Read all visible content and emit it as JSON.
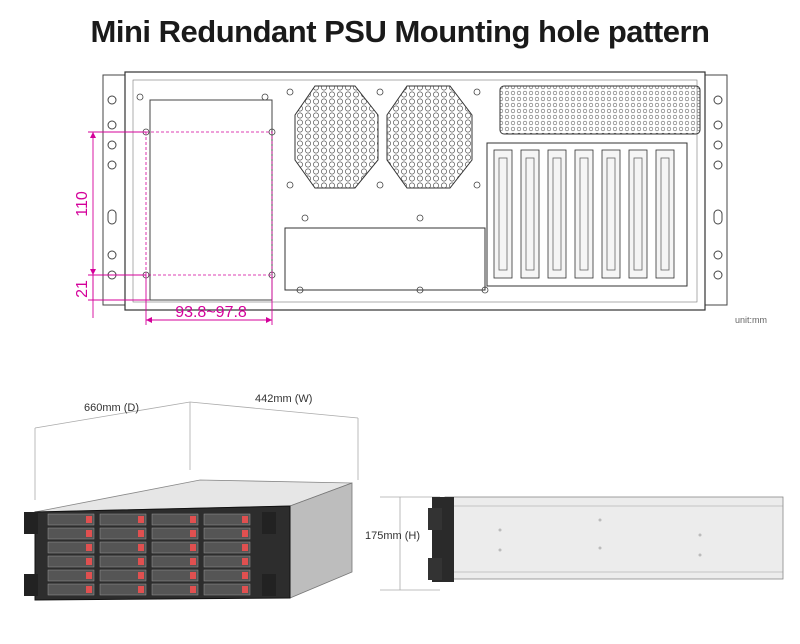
{
  "title": "Mini Redundant PSU Mounting hole pattern",
  "rear_view": {
    "dim_height_upper": "110",
    "dim_height_lower": "21",
    "dim_width_range": "93.8~97.8",
    "unit_label": "unit:mm",
    "dimension_color": "#d4009a",
    "pci_slot_count": 7,
    "fan_count": 2
  },
  "chassis_views": {
    "depth_label": "660mm (D)",
    "width_label": "442mm (W)",
    "height_label": "175mm (H)",
    "drive_bay_count": 24
  }
}
